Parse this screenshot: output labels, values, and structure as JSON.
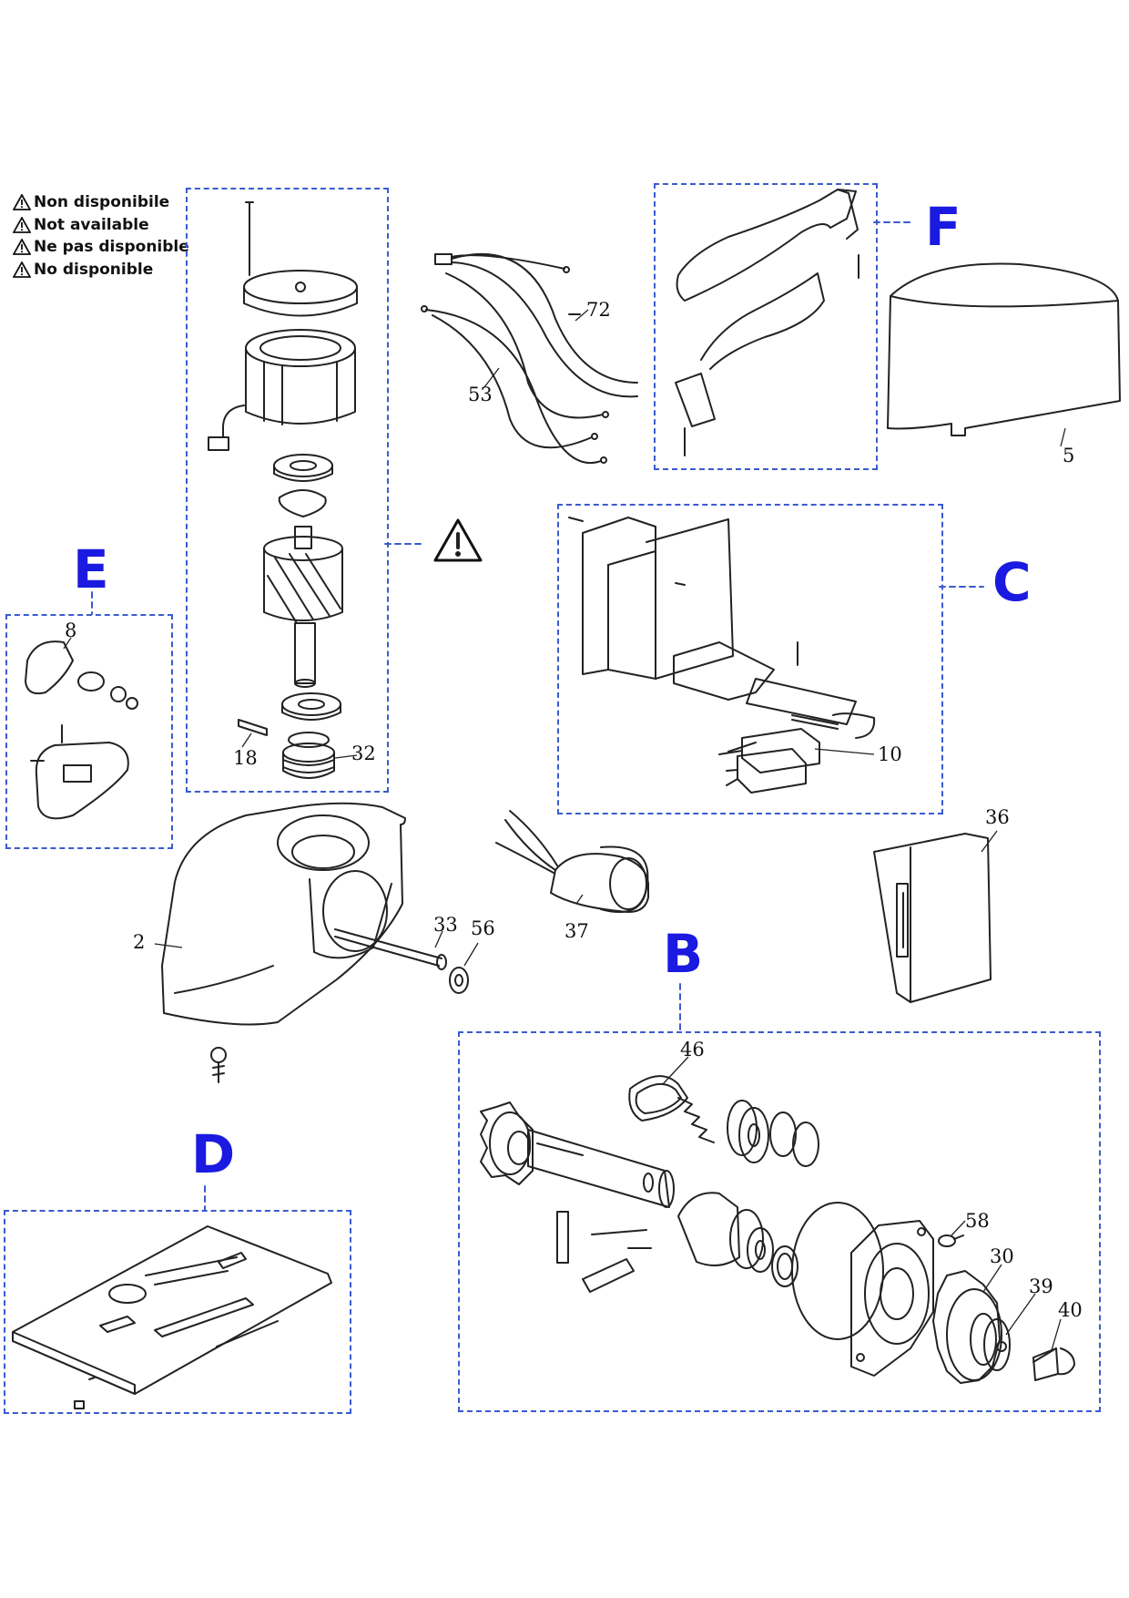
{
  "legend": {
    "items": [
      "Non disponibile",
      "Not available",
      "Ne pas disponible",
      "No disponible"
    ]
  },
  "groups": {
    "b": "B",
    "c": "C",
    "d": "D",
    "e": "E",
    "f": "F"
  },
  "parts": {
    "p2": "2",
    "p5": "5",
    "p8": "8",
    "p10": "10",
    "p18": "18",
    "p30": "30",
    "p32": "32",
    "p33": "33",
    "p36": "36",
    "p37": "37",
    "p39": "39",
    "p40": "40",
    "p46": "46",
    "p53": "53",
    "p56": "56",
    "p58": "58",
    "p72": "72"
  },
  "colors": {
    "group_border": "#3a5bd0",
    "group_letter": "#1a1ae0",
    "line_art": "#222222"
  }
}
